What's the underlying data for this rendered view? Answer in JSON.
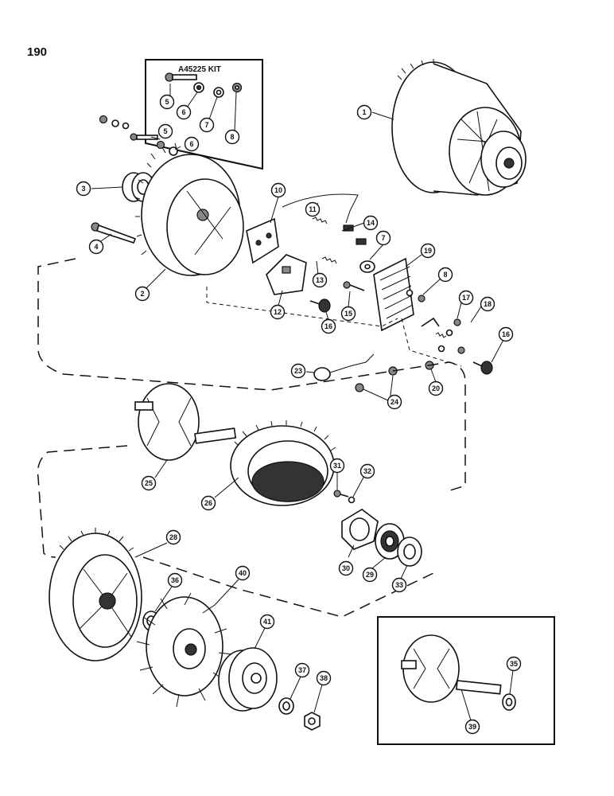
{
  "page_number": "190",
  "kit_label": "A45225 KIT",
  "callouts": {
    "c1": "1",
    "c2": "2",
    "c3": "3",
    "c4": "4",
    "c5_kit": "5",
    "c6_kit": "6",
    "c7_kit": "7",
    "c8_kit": "8",
    "c5": "5",
    "c6": "6",
    "c10": "10",
    "c11": "11",
    "c12": "12",
    "c13": "13",
    "c14": "14",
    "c15": "15",
    "c16a": "16",
    "c7": "7",
    "c19": "19",
    "c8": "8",
    "c17": "17",
    "c18": "18",
    "c16b": "16",
    "c23": "23",
    "c24": "24",
    "c20": "20",
    "c25": "25",
    "c26": "26",
    "c31": "31",
    "c32": "32",
    "c28": "28",
    "c30": "30",
    "c29": "29",
    "c33": "33",
    "c36": "36",
    "c40": "40",
    "c41": "41",
    "c37": "37",
    "c38": "38",
    "c35": "35",
    "c39": "39"
  }
}
